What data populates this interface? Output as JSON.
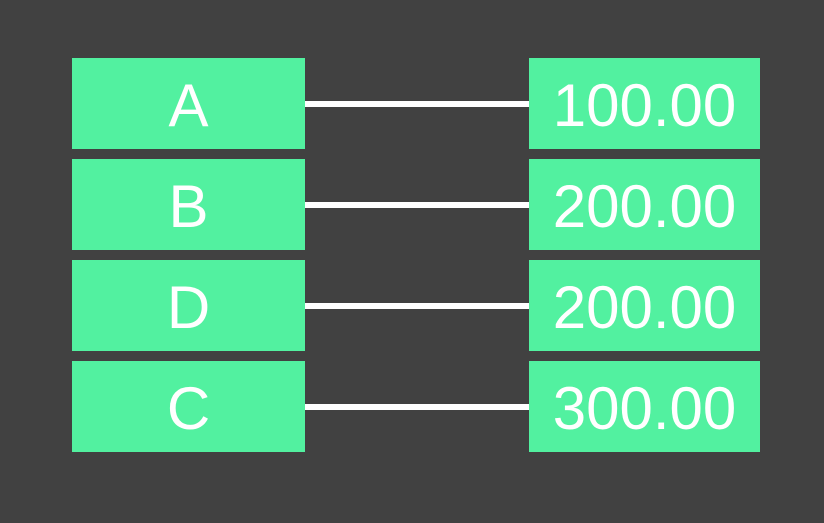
{
  "colors": {
    "background": "#414141",
    "node_fill": "#52F1A0",
    "connector": "#FFFFFF",
    "text": "#FFFFFF"
  },
  "diagram": {
    "type": "matching-pairs",
    "rows": [
      {
        "left": "A",
        "right": "100.00"
      },
      {
        "left": "B",
        "right": "200.00"
      },
      {
        "left": "D",
        "right": "200.00"
      },
      {
        "left": "C",
        "right": "300.00"
      }
    ]
  }
}
